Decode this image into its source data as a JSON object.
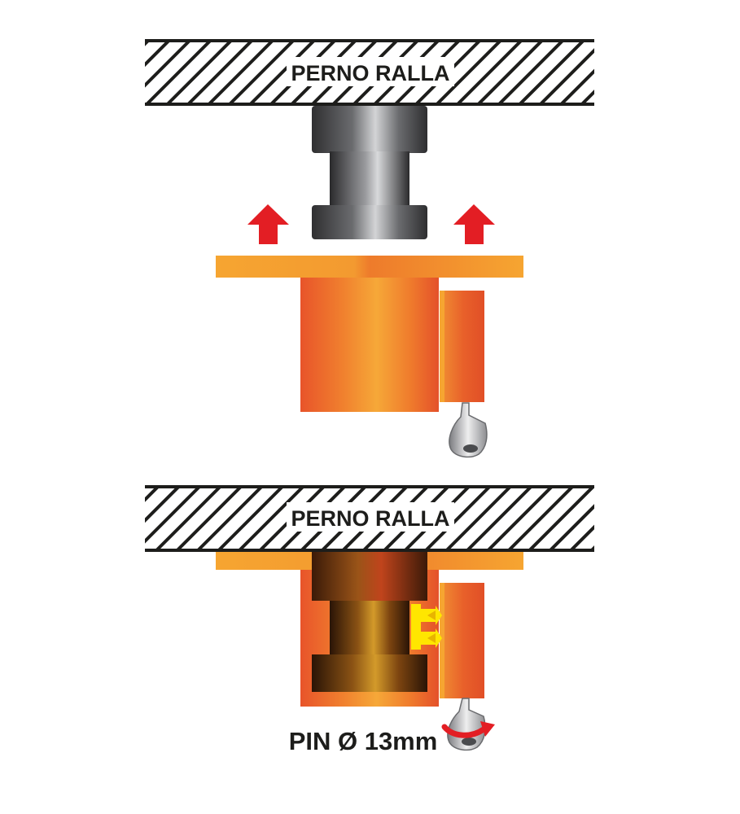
{
  "top_diagram": {
    "plate_label": "PERNO RALLA"
  },
  "bottom_diagram": {
    "plate_label": "PERNO RALLA",
    "pin_label": "PIN Ø 13mm"
  },
  "colors": {
    "orange_light": "#f6a531",
    "orange_dark": "#e8552a",
    "arrow_red": "#e31e24",
    "lock_yellow": "#ffe600",
    "steel_dark": "#3a3a3c",
    "steel_light": "#c8c9cb",
    "hatch": "#1d1d1b"
  },
  "icons": {
    "lift_arrow": "arrow-up-icon",
    "rotate_arrow": "rotate-arrow-icon",
    "key": "key-icon"
  }
}
